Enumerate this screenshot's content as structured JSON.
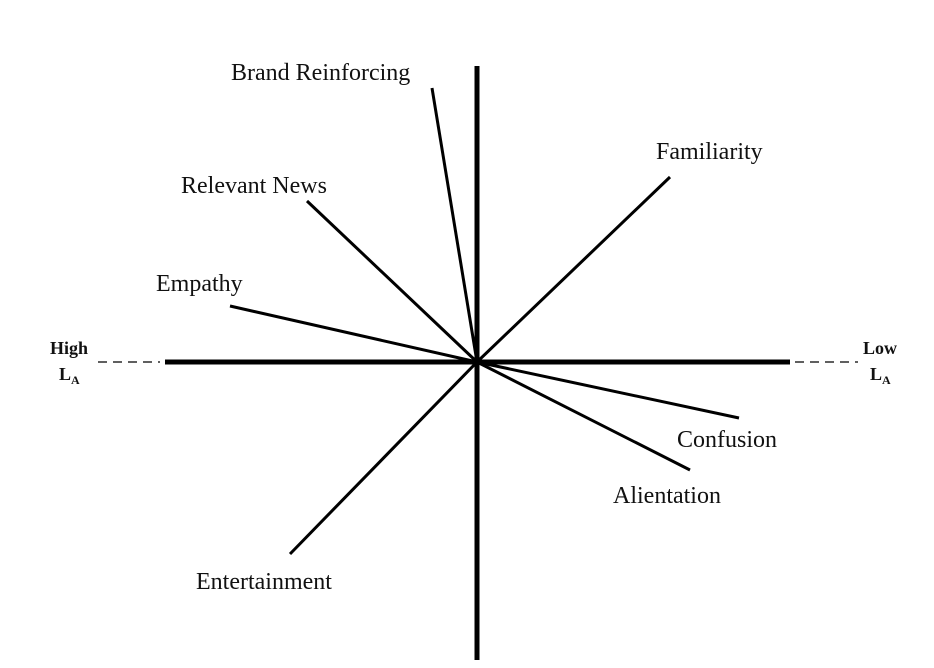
{
  "diagram": {
    "axis_left": {
      "top": "High",
      "bottom": "L",
      "subscript": "A"
    },
    "axis_right": {
      "top": "Low",
      "bottom": "L",
      "subscript": "A"
    },
    "rays": [
      {
        "id": "brand-reinforcing",
        "label": "Brand Reinforcing"
      },
      {
        "id": "familiarity",
        "label": "Familiarity"
      },
      {
        "id": "relevant-news",
        "label": "Relevant News"
      },
      {
        "id": "empathy",
        "label": "Empathy"
      },
      {
        "id": "confusion",
        "label": "Confusion"
      },
      {
        "id": "alientation",
        "label": "Alientation"
      },
      {
        "id": "entertainment",
        "label": "Entertainment"
      }
    ]
  }
}
